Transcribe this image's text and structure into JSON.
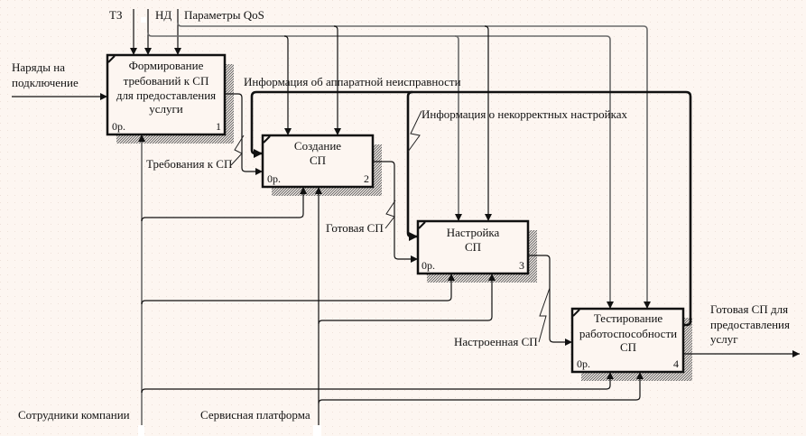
{
  "diagram": {
    "boxes": [
      {
        "id": "A1",
        "title_lines": [
          "Формирование",
          "требований к СП",
          "для предоставления",
          "услуги"
        ],
        "cost": "0р.",
        "number": "1"
      },
      {
        "id": "A2",
        "title_lines": [
          "Создание",
          "СП"
        ],
        "cost": "0р.",
        "number": "2"
      },
      {
        "id": "A3",
        "title_lines": [
          "Настройка",
          "СП"
        ],
        "cost": "0р.",
        "number": "3"
      },
      {
        "id": "A4",
        "title_lines": [
          "Тестирование",
          "работоспособности",
          "СП"
        ],
        "cost": "0р.",
        "number": "4"
      }
    ],
    "inputs": [
      {
        "label_lines": [
          "Наряды на",
          "подключение"
        ],
        "to": "A1"
      }
    ],
    "controls": [
      {
        "label": "ТЗ",
        "to": [
          "A1"
        ]
      },
      {
        "label": "НД",
        "to": [
          "A1",
          "A2",
          "A3",
          "A4"
        ]
      },
      {
        "label": "Параметры QoS",
        "to": [
          "A1",
          "A2",
          "A3",
          "A4"
        ]
      }
    ],
    "internal_arrows": [
      {
        "label": "Требования к СП",
        "from": "A1",
        "to": "A2"
      },
      {
        "label": "Готовая СП",
        "from": "A2",
        "to": "A3"
      },
      {
        "label": "Настроенная СП",
        "from": "A3",
        "to": "A4"
      }
    ],
    "feedback": [
      {
        "label": "Информация об аппаратной неисправности",
        "from": "A4",
        "to": "A2"
      },
      {
        "label": "Информация о некорректных настройках",
        "from": "A4",
        "to": "A3"
      }
    ],
    "outputs": [
      {
        "label_lines": [
          "Готовая СП для",
          "предоставления",
          "услуг"
        ],
        "from": "A4"
      }
    ],
    "mechanisms": [
      {
        "label": "Сотрудники компании",
        "to": [
          "A1",
          "A2",
          "A3",
          "A4"
        ]
      },
      {
        "label": "Сервисная платформа",
        "to": [
          "A2",
          "A3",
          "A4"
        ]
      }
    ]
  },
  "colors": {
    "background": "#fdf6f1",
    "line": "#111111",
    "shadow": "#8a8a8a"
  }
}
